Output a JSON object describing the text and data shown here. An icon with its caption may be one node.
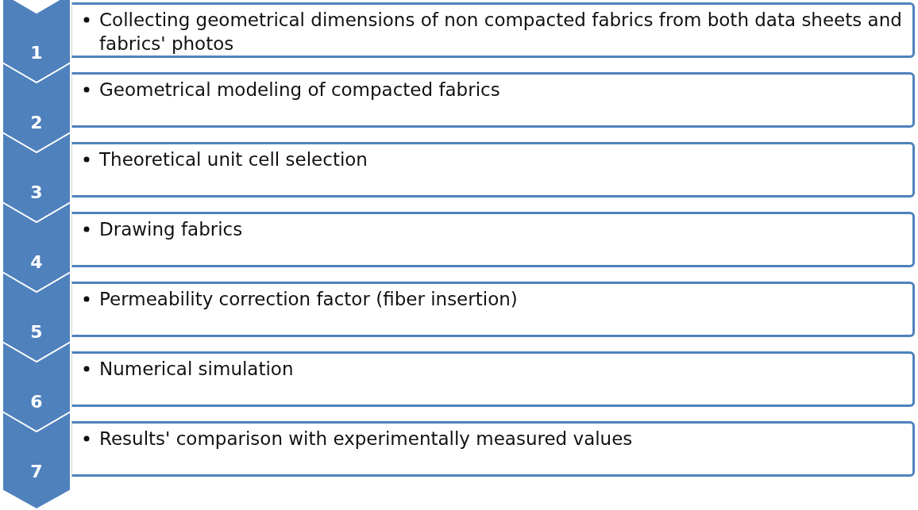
{
  "diagram": {
    "nodes": [
      {
        "text": [
          "1"
        ]
      },
      {
        "text": [
          "Collecting geometrical dimensions of non compacted fabrics from both data sheets and fabrics' photos"
        ]
      },
      {
        "text": [
          "2"
        ]
      },
      {
        "text": [
          "Geometrical modeling of compacted fabrics"
        ]
      },
      {
        "text": [
          "3"
        ]
      },
      {
        "text": [
          "Theoretical unit cell selection"
        ]
      },
      {
        "text": [
          "4"
        ]
      },
      {
        "text": [
          "Drawing fabrics"
        ]
      },
      {
        "text": [
          "5"
        ]
      },
      {
        "text": [
          "Permeability correction factor (fiber insertion)"
        ]
      },
      {
        "text": [
          "6"
        ]
      },
      {
        "text": [
          "Numerical simulation"
        ]
      },
      {
        "text": [
          "7"
        ]
      },
      {
        "text": [
          "Results' comparison with experimentally measured values"
        ]
      }
    ]
  }
}
